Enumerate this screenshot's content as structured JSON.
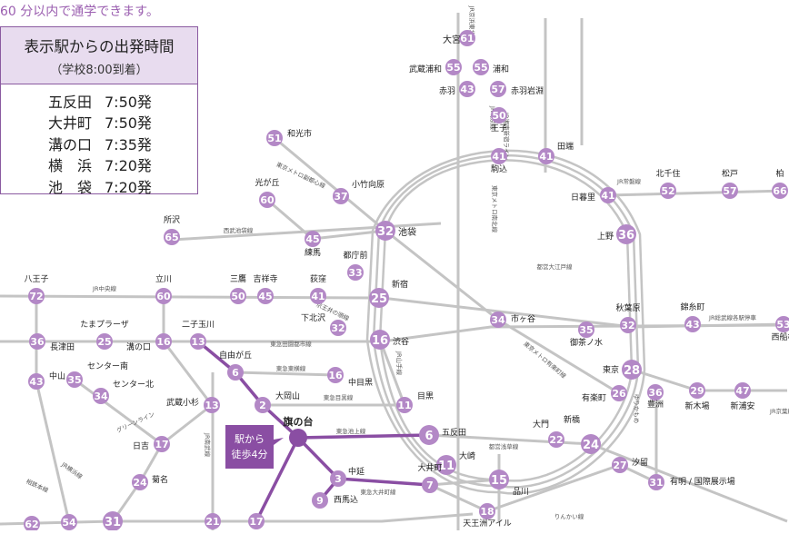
{
  "headline": "60 分以内で通学できます。",
  "timetable": {
    "title": "表示駅からの出発時間",
    "subtitle": "（学校8:00到着）",
    "rows": [
      {
        "station": "五反田",
        "time": "7:50発"
      },
      {
        "station": "大井町",
        "time": "7:50発"
      },
      {
        "station": "溝の口",
        "time": "7:35発"
      },
      {
        "station": "横　浜",
        "time": "7:20発"
      },
      {
        "station": "池　袋",
        "time": "7:20発"
      }
    ]
  },
  "school": {
    "name": "旗の台",
    "callout": [
      "駅から",
      "徒歩4分"
    ]
  },
  "colors": {
    "accent": "#8a4ea3",
    "station": "#b388c6",
    "rail": "#c4c4c4",
    "text": "#222222",
    "panel": "#e8dcef"
  },
  "stations": [
    {
      "id": "omiya",
      "name": "大宮",
      "min": 61
    },
    {
      "id": "musashiurawa",
      "name": "武蔵浦和",
      "min": 55
    },
    {
      "id": "urawa",
      "name": "浦和",
      "min": 55
    },
    {
      "id": "akabane",
      "name": "赤羽",
      "min": 43
    },
    {
      "id": "akabaneiwabuchi",
      "name": "赤羽岩淵",
      "min": 57
    },
    {
      "id": "oji",
      "name": "王子",
      "min": 50
    },
    {
      "id": "wako",
      "name": "和光市",
      "min": 51
    },
    {
      "id": "komagome",
      "name": "駒込",
      "min": 41
    },
    {
      "id": "tabata",
      "name": "田端",
      "min": 41
    },
    {
      "id": "hikarigaoka",
      "name": "光が丘",
      "min": 60
    },
    {
      "id": "kotakemukaihara",
      "name": "小竹向原",
      "min": 37
    },
    {
      "id": "kitasenju",
      "name": "北千住",
      "min": 52
    },
    {
      "id": "matsudo",
      "name": "松戸",
      "min": 57
    },
    {
      "id": "kashiwa",
      "name": "柏",
      "min": 66
    },
    {
      "id": "nippori",
      "name": "日暮里",
      "min": 41
    },
    {
      "id": "tokorozawa",
      "name": "所沢",
      "min": 65
    },
    {
      "id": "ikebukuro",
      "name": "池袋",
      "min": 32
    },
    {
      "id": "nerima",
      "name": "練馬",
      "min": 45
    },
    {
      "id": "ueno",
      "name": "上野",
      "min": 36
    },
    {
      "id": "tochomae",
      "name": "都庁前",
      "min": 33
    },
    {
      "id": "hachioji",
      "name": "八王子",
      "min": 72
    },
    {
      "id": "tachikawa",
      "name": "立川",
      "min": 60
    },
    {
      "id": "mitaka",
      "name": "三鷹",
      "min": 50
    },
    {
      "id": "kichijoji",
      "name": "吉祥寺",
      "min": 45
    },
    {
      "id": "ogikubo",
      "name": "荻窪",
      "min": 41
    },
    {
      "id": "shinjuku",
      "name": "新宿",
      "min": 25
    },
    {
      "id": "ichigaya",
      "name": "市ヶ谷",
      "min": 34
    },
    {
      "id": "kinshicho",
      "name": "錦糸町",
      "min": 43
    },
    {
      "id": "nishifunabashi",
      "name": "西船橋",
      "min": 53
    },
    {
      "id": "tamaplaza",
      "name": "たまプラーザ",
      "min": 25
    },
    {
      "id": "futakotamagawa",
      "name": "二子玉川",
      "min": 13
    },
    {
      "id": "shimokitazawa",
      "name": "下北沢",
      "min": 32
    },
    {
      "id": "ochanomizu",
      "name": "御茶ノ水",
      "min": 35
    },
    {
      "id": "akihabara",
      "name": "秋葉原",
      "min": 32
    },
    {
      "id": "nagatsuta",
      "name": "長津田",
      "min": 36
    },
    {
      "id": "mizonokuchi",
      "name": "溝の口",
      "min": 16
    },
    {
      "id": "shibuya",
      "name": "渋谷",
      "min": 16
    },
    {
      "id": "jiyugaoka",
      "name": "自由が丘",
      "min": 6
    },
    {
      "id": "nakameguro",
      "name": "中目黒",
      "min": 16
    },
    {
      "id": "tokyo",
      "name": "東京",
      "min": 28
    },
    {
      "id": "yurakucho",
      "name": "有楽町",
      "min": 26
    },
    {
      "id": "nakayama",
      "name": "中山",
      "min": 43
    },
    {
      "id": "centerminami",
      "name": "センター南",
      "min": 35
    },
    {
      "id": "centerkita",
      "name": "センター北",
      "min": 34
    },
    {
      "id": "musashikosugi",
      "name": "武蔵小杉",
      "min": 13
    },
    {
      "id": "ookayama",
      "name": "大岡山",
      "min": 2
    },
    {
      "id": "meguro",
      "name": "目黒",
      "min": 11
    },
    {
      "id": "toyosu",
      "name": "豊洲",
      "min": 36
    },
    {
      "id": "shinkiba",
      "name": "新木場",
      "min": 29
    },
    {
      "id": "shinurayasu",
      "name": "新浦安",
      "min": 47
    },
    {
      "id": "hiyoshi",
      "name": "日吉",
      "min": 17
    },
    {
      "id": "gotanda",
      "name": "五反田",
      "min": 6
    },
    {
      "id": "daimon",
      "name": "大門",
      "min": 22
    },
    {
      "id": "shimbashi",
      "name": "新橋",
      "min": 24
    },
    {
      "id": "osaki",
      "name": "大崎",
      "min": 11
    },
    {
      "id": "shiodome",
      "name": "汐留",
      "min": 27
    },
    {
      "id": "kikuna",
      "name": "菊名",
      "min": 24
    },
    {
      "id": "nakanobu",
      "name": "中延",
      "min": 3
    },
    {
      "id": "oimachi",
      "name": "大井町",
      "min": 7
    },
    {
      "id": "shinagawa",
      "name": "品川",
      "min": 15
    },
    {
      "id": "ariake",
      "name": "有明 / 国際展示場",
      "min": 31
    },
    {
      "id": "nishimagome",
      "name": "西馬込",
      "min": 9
    },
    {
      "id": "tennozuisle",
      "name": "天王洲アイル",
      "min": 18
    },
    {
      "id": "s62",
      "name": "",
      "min": 62
    },
    {
      "id": "s54",
      "name": "",
      "min": 54
    },
    {
      "id": "yokohama",
      "name": "",
      "min": 31
    },
    {
      "id": "s21",
      "name": "",
      "min": 21
    },
    {
      "id": "s17b",
      "name": "",
      "min": 17
    }
  ],
  "lines": [
    "JR京浜東北線",
    "JR埼京線",
    "JR湘南新宿ライン",
    "東京メトロ副都心線",
    "西武池袋線",
    "JR常磐線",
    "東京メトロ南北線",
    "都営大江戸線",
    "JR中央線",
    "京王井の頭線",
    "JR総武線各駅停車",
    "東急田園都市線",
    "東京メトロ有楽町線",
    "JR山手線",
    "東急東横線",
    "東急目黒線",
    "JR京葉線",
    "グリーンライン",
    "JR横浜線",
    "JR南武線",
    "東急池上線",
    "都営浅草線",
    "東急大井町線",
    "ゆりかもめ",
    "りんかい線",
    "相鉄本線"
  ]
}
